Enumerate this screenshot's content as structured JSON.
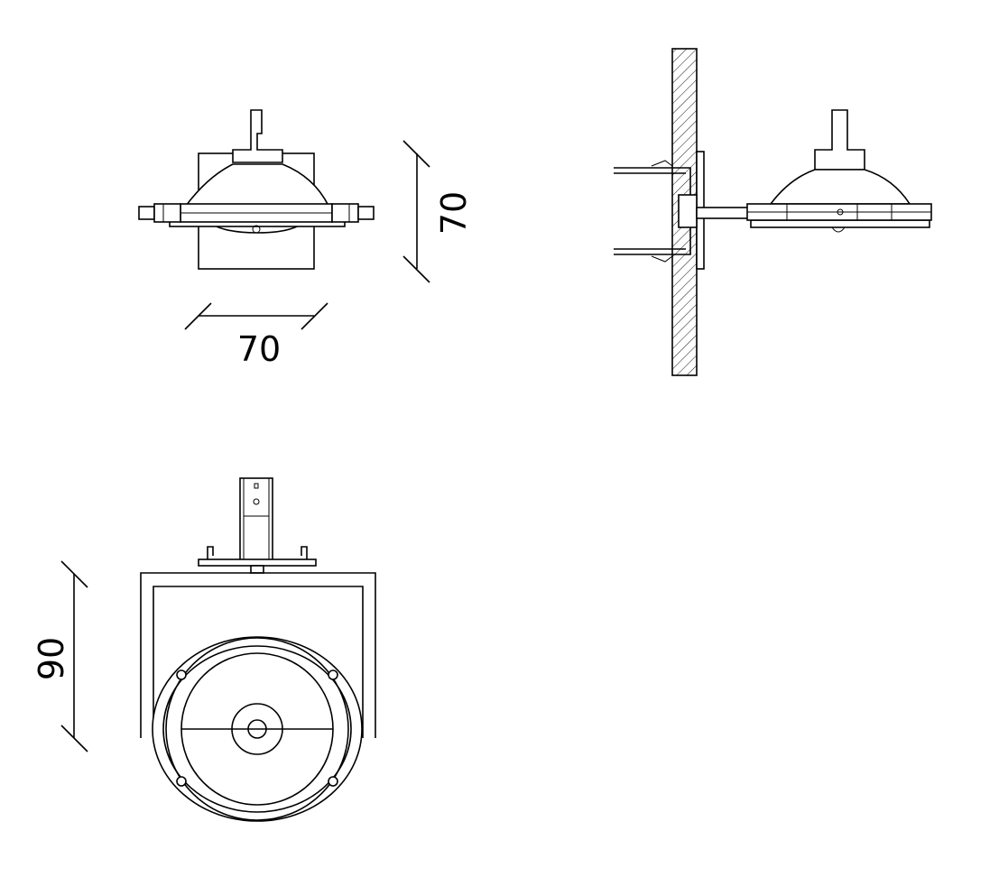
{
  "dimensions": {
    "front_width": "70",
    "front_height": "70",
    "plan_height": "90"
  },
  "colors": {
    "line": "#000000",
    "background": "#ffffff"
  }
}
